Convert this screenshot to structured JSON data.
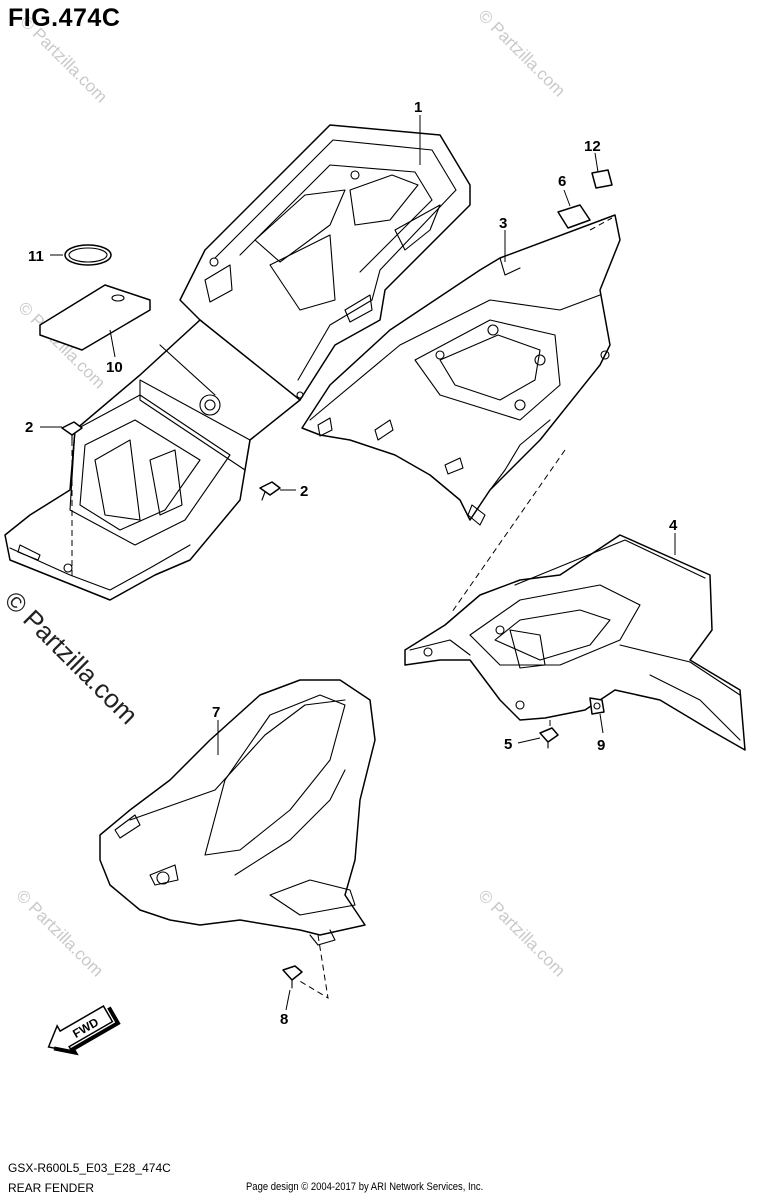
{
  "figure": {
    "title": "FIG.474C",
    "code": "GSX-R600L5_E03_E28_474C",
    "section": "REAR FENDER",
    "credit": "Page design © 2004-2017 by ARI Network Services, Inc."
  },
  "watermark": {
    "text": "© Partzilla.com",
    "bold_text": "© Partzilla.com"
  },
  "fwd_label": "FWD",
  "callouts": {
    "c1": "1",
    "c2a": "2",
    "c2b": "2",
    "c3": "3",
    "c4": "4",
    "c5": "5",
    "c6": "6",
    "c7": "7",
    "c8": "8",
    "c9": "9",
    "c10": "10",
    "c11": "11",
    "c12": "12"
  }
}
